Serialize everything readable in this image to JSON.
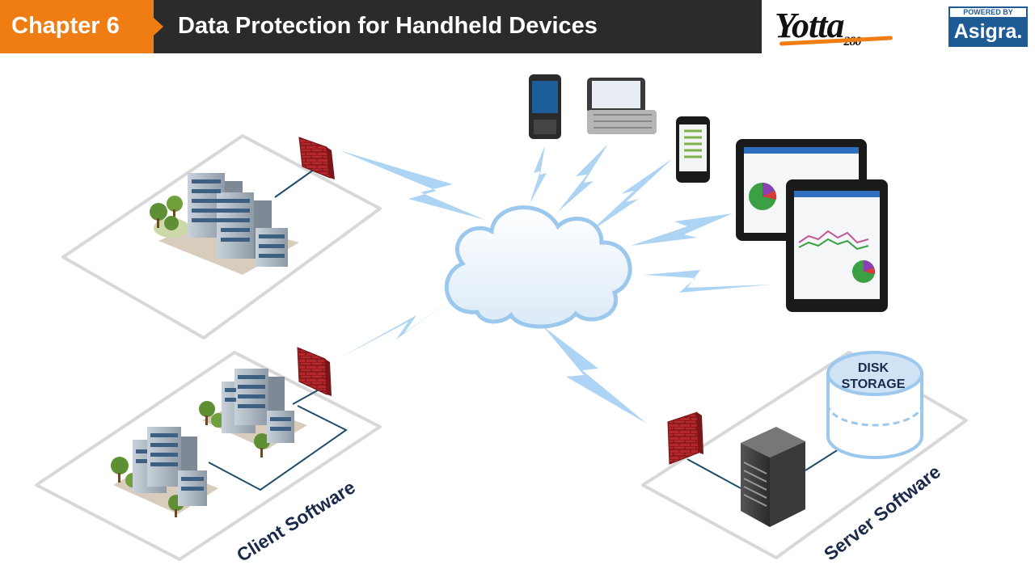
{
  "header": {
    "chapter": "Chapter 6",
    "title": "Data Protection for Handheld Devices",
    "logo_text": "Yotta",
    "logo_suffix": "280",
    "partner_badge_top": "POWERED BY",
    "partner_badge_name": "Asigra."
  },
  "diagram": {
    "client_label": "Client Software",
    "server_label": "Server Software",
    "disk_label_line1": "DISK",
    "disk_label_line2": "STORAGE"
  },
  "colors": {
    "header_bg": "#2b2b2b",
    "accent_orange": "#f07c14",
    "label_navy": "#1b2a4a",
    "lightning_blue": "#a9d2f3",
    "firewall_red": "#b3262a",
    "asigra_blue": "#1e5a93"
  }
}
